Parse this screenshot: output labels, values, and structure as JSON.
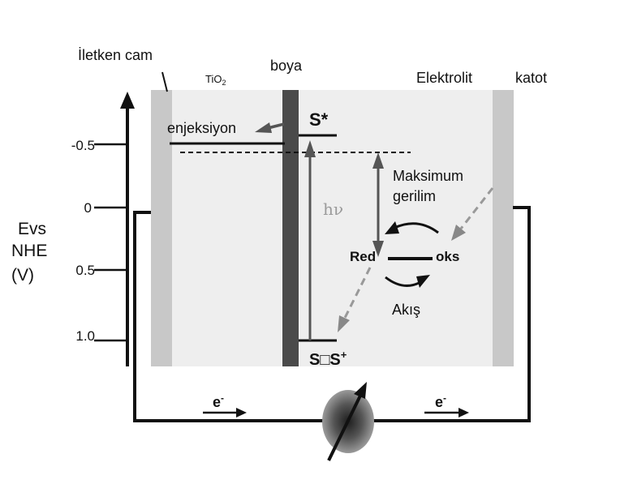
{
  "labels": {
    "conductive_glass": "İletken cam",
    "tio2": "TiO",
    "tio2_sub": "2",
    "dye": "boya",
    "electrolyte": "Elektrolit",
    "cathode": "katot",
    "injection": "enjeksiyon",
    "s_star": "S*",
    "h_nu": "hν",
    "max_voltage_1": "Maksimum",
    "max_voltage_2": "gerilim",
    "red": "Red",
    "oks": "oks",
    "flow": "Akış",
    "s_plus_base": "S□S",
    "s_plus_sup": "+",
    "electron_left": "e",
    "electron_right": "e",
    "electron_sup": "-"
  },
  "axis": {
    "title_line1": "Evs",
    "title_line2": "NHE",
    "title_line3": "(V)",
    "ticks": [
      {
        "label": "-0.5",
        "value": -0.5
      },
      {
        "label": "0",
        "value": 0
      },
      {
        "label": "0.5",
        "value": 0.5
      },
      {
        "label": "1.0",
        "value": 1.0
      }
    ]
  },
  "colors": {
    "cell_background": "#eeeeee",
    "glass": "#c8c8c8",
    "dye_layer": "#4a4a4a",
    "line": "#111111",
    "arrow_gray": "#555555",
    "dashed_gray": "#999999",
    "hv_text": "#9a9a9a"
  }
}
